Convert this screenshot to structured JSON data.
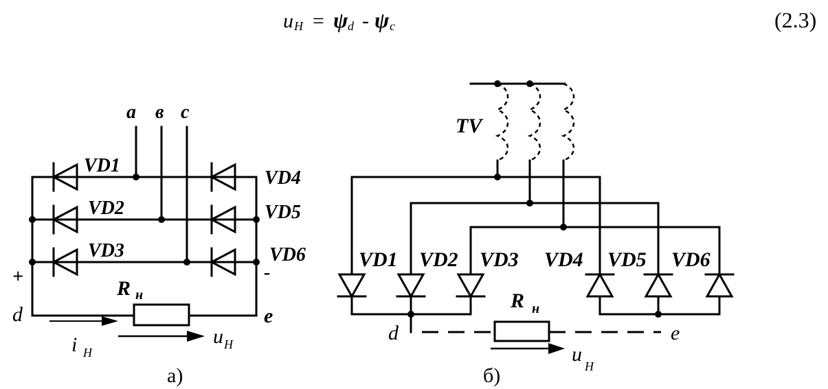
{
  "equation": {
    "lhs": "u",
    "lhs_sub": "Н",
    "eq": "=",
    "psi": "ψ",
    "sub_d": "d",
    "minus": "-",
    "sub_c": "c",
    "number": "(2.3)"
  },
  "left_circuit": {
    "phases": [
      "a",
      "в",
      "c"
    ],
    "diodes": [
      "VD1",
      "VD2",
      "VD3",
      "VD4",
      "VD5",
      "VD6"
    ],
    "plus": "+",
    "minus": "-",
    "node_d": "d",
    "node_e": "e",
    "load_R": "R",
    "load_R_sub": "н",
    "current_i": "i",
    "current_i_sub": "Н",
    "voltage_u": "u",
    "voltage_u_sub": "Н",
    "caption": "а)"
  },
  "right_circuit": {
    "transformer": "TV",
    "diodes": [
      "VD1",
      "VD2",
      "VD3",
      "VD4",
      "VD5",
      "VD6"
    ],
    "load_R": "R",
    "load_R_sub": "н",
    "node_d": "d",
    "node_e": "e",
    "voltage_u": "u",
    "voltage_u_sub": "Н",
    "caption": "б)"
  }
}
